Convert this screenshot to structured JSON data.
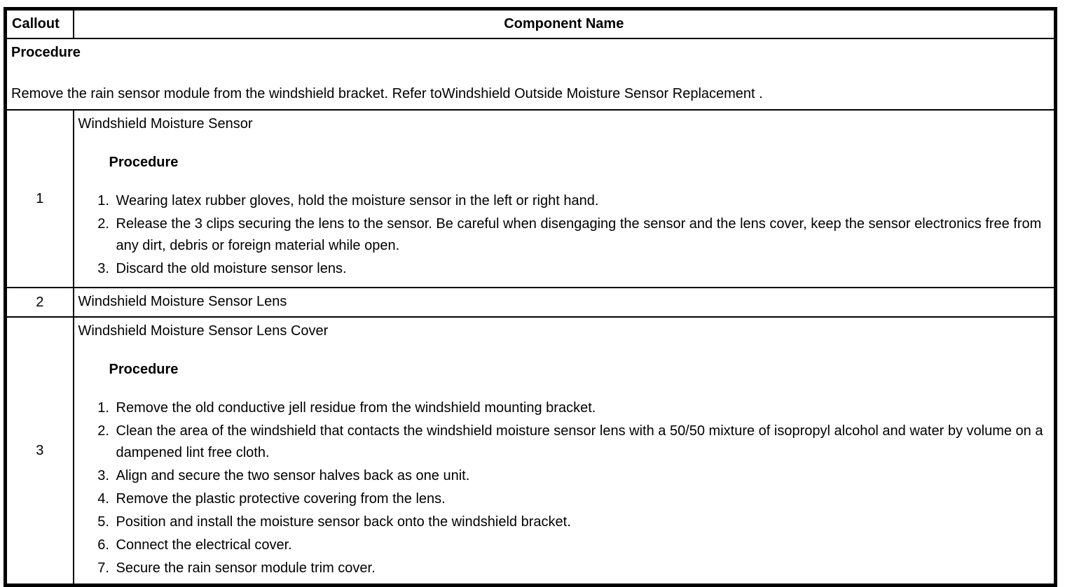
{
  "header": {
    "callout": "Callout",
    "component_name": "Component Name"
  },
  "intro": {
    "title": "Procedure",
    "text": "Remove the rain sensor module from the windshield bracket. Refer toWindshield Outside Moisture Sensor Replacement ."
  },
  "rows": [
    {
      "callout": "1",
      "component": "Windshield Moisture Sensor",
      "procedure_title": "Procedure",
      "steps": [
        "Wearing latex rubber gloves, hold the moisture sensor in the left or right hand.",
        "Release the 3 clips securing the lens to the sensor. Be careful when disengaging the sensor and the lens cover, keep the sensor electronics free from any dirt, debris or foreign material while open.",
        "Discard the old moisture sensor lens."
      ]
    },
    {
      "callout": "2",
      "component": "Windshield Moisture Sensor Lens"
    },
    {
      "callout": "3",
      "component": "Windshield Moisture Sensor Lens Cover",
      "procedure_title": "Procedure",
      "steps": [
        "Remove the old conductive jell residue from the windshield mounting bracket.",
        "Clean the area of the windshield that contacts the windshield moisture sensor lens with a 50/50 mixture of isopropyl alcohol and water by volume on a dampened lint free cloth.",
        "Align and secure the two sensor halves back as one unit.",
        "Remove the plastic protective covering from the lens.",
        "Position and install the moisture sensor back onto the windshield bracket.",
        "Connect the electrical cover.",
        "Secure the rain sensor module trim cover."
      ]
    }
  ],
  "colors": {
    "border": "#000000",
    "background": "#ffffff",
    "text": "#000000"
  }
}
